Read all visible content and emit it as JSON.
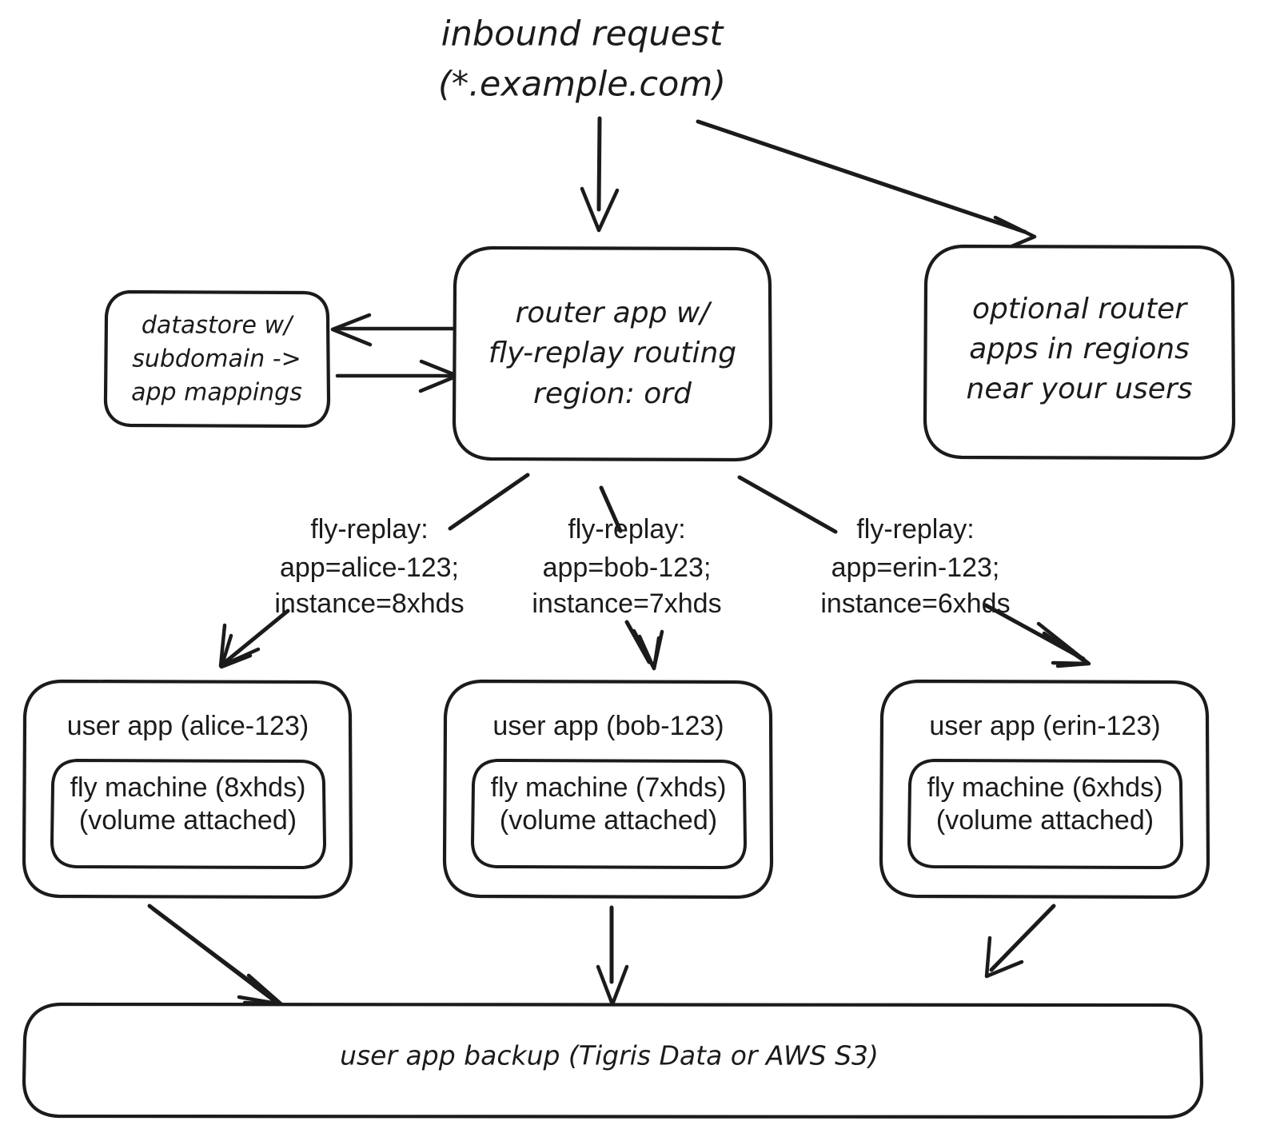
{
  "diagram": {
    "title_node": {
      "id": "inbound-request",
      "lines": [
        "inbound request",
        "(*.example.com)"
      ],
      "font": "hand"
    },
    "nodes": [
      {
        "id": "datastore",
        "lines": [
          "datastore w/",
          "subdomain ->",
          "app mappings"
        ],
        "font": "hand"
      },
      {
        "id": "router-app",
        "lines": [
          "router app w/",
          "fly-replay routing",
          "region: ord"
        ],
        "font": "hand"
      },
      {
        "id": "optional-routers",
        "lines": [
          "optional router",
          "apps in regions",
          "near your users"
        ],
        "font": "hand"
      },
      {
        "id": "user-app-alice",
        "lines": [
          "user app (alice-123)"
        ],
        "font": "plain",
        "machine": {
          "id": "fly-machine-alice",
          "lines": [
            "fly machine (8xhds)",
            "(volume attached)"
          ]
        }
      },
      {
        "id": "user-app-bob",
        "lines": [
          "user app (bob-123)"
        ],
        "font": "plain",
        "machine": {
          "id": "fly-machine-bob",
          "lines": [
            "fly machine (7xhds)",
            "(volume attached)"
          ]
        }
      },
      {
        "id": "user-app-erin",
        "lines": [
          "user app (erin-123)"
        ],
        "font": "plain",
        "machine": {
          "id": "fly-machine-erin",
          "lines": [
            "fly machine (6xhds)",
            "(volume attached)"
          ]
        }
      },
      {
        "id": "backup-store",
        "lines": [
          "user app backup (Tigris Data or AWS S3)"
        ],
        "font": "hand"
      }
    ],
    "edge_labels": [
      {
        "id": "replay-alice",
        "lines": [
          "fly-replay:",
          "app=alice-123;",
          "instance=8xhds"
        ]
      },
      {
        "id": "replay-bob",
        "lines": [
          "fly-replay:",
          "app=bob-123;",
          "instance=7xhds"
        ]
      },
      {
        "id": "replay-erin",
        "lines": [
          "fly-replay:",
          "app=erin-123;",
          "instance=6xhds"
        ]
      }
    ],
    "colors": {
      "stroke": "#1b1b1b",
      "background": "#ffffff",
      "fill": "#ffffff"
    }
  }
}
